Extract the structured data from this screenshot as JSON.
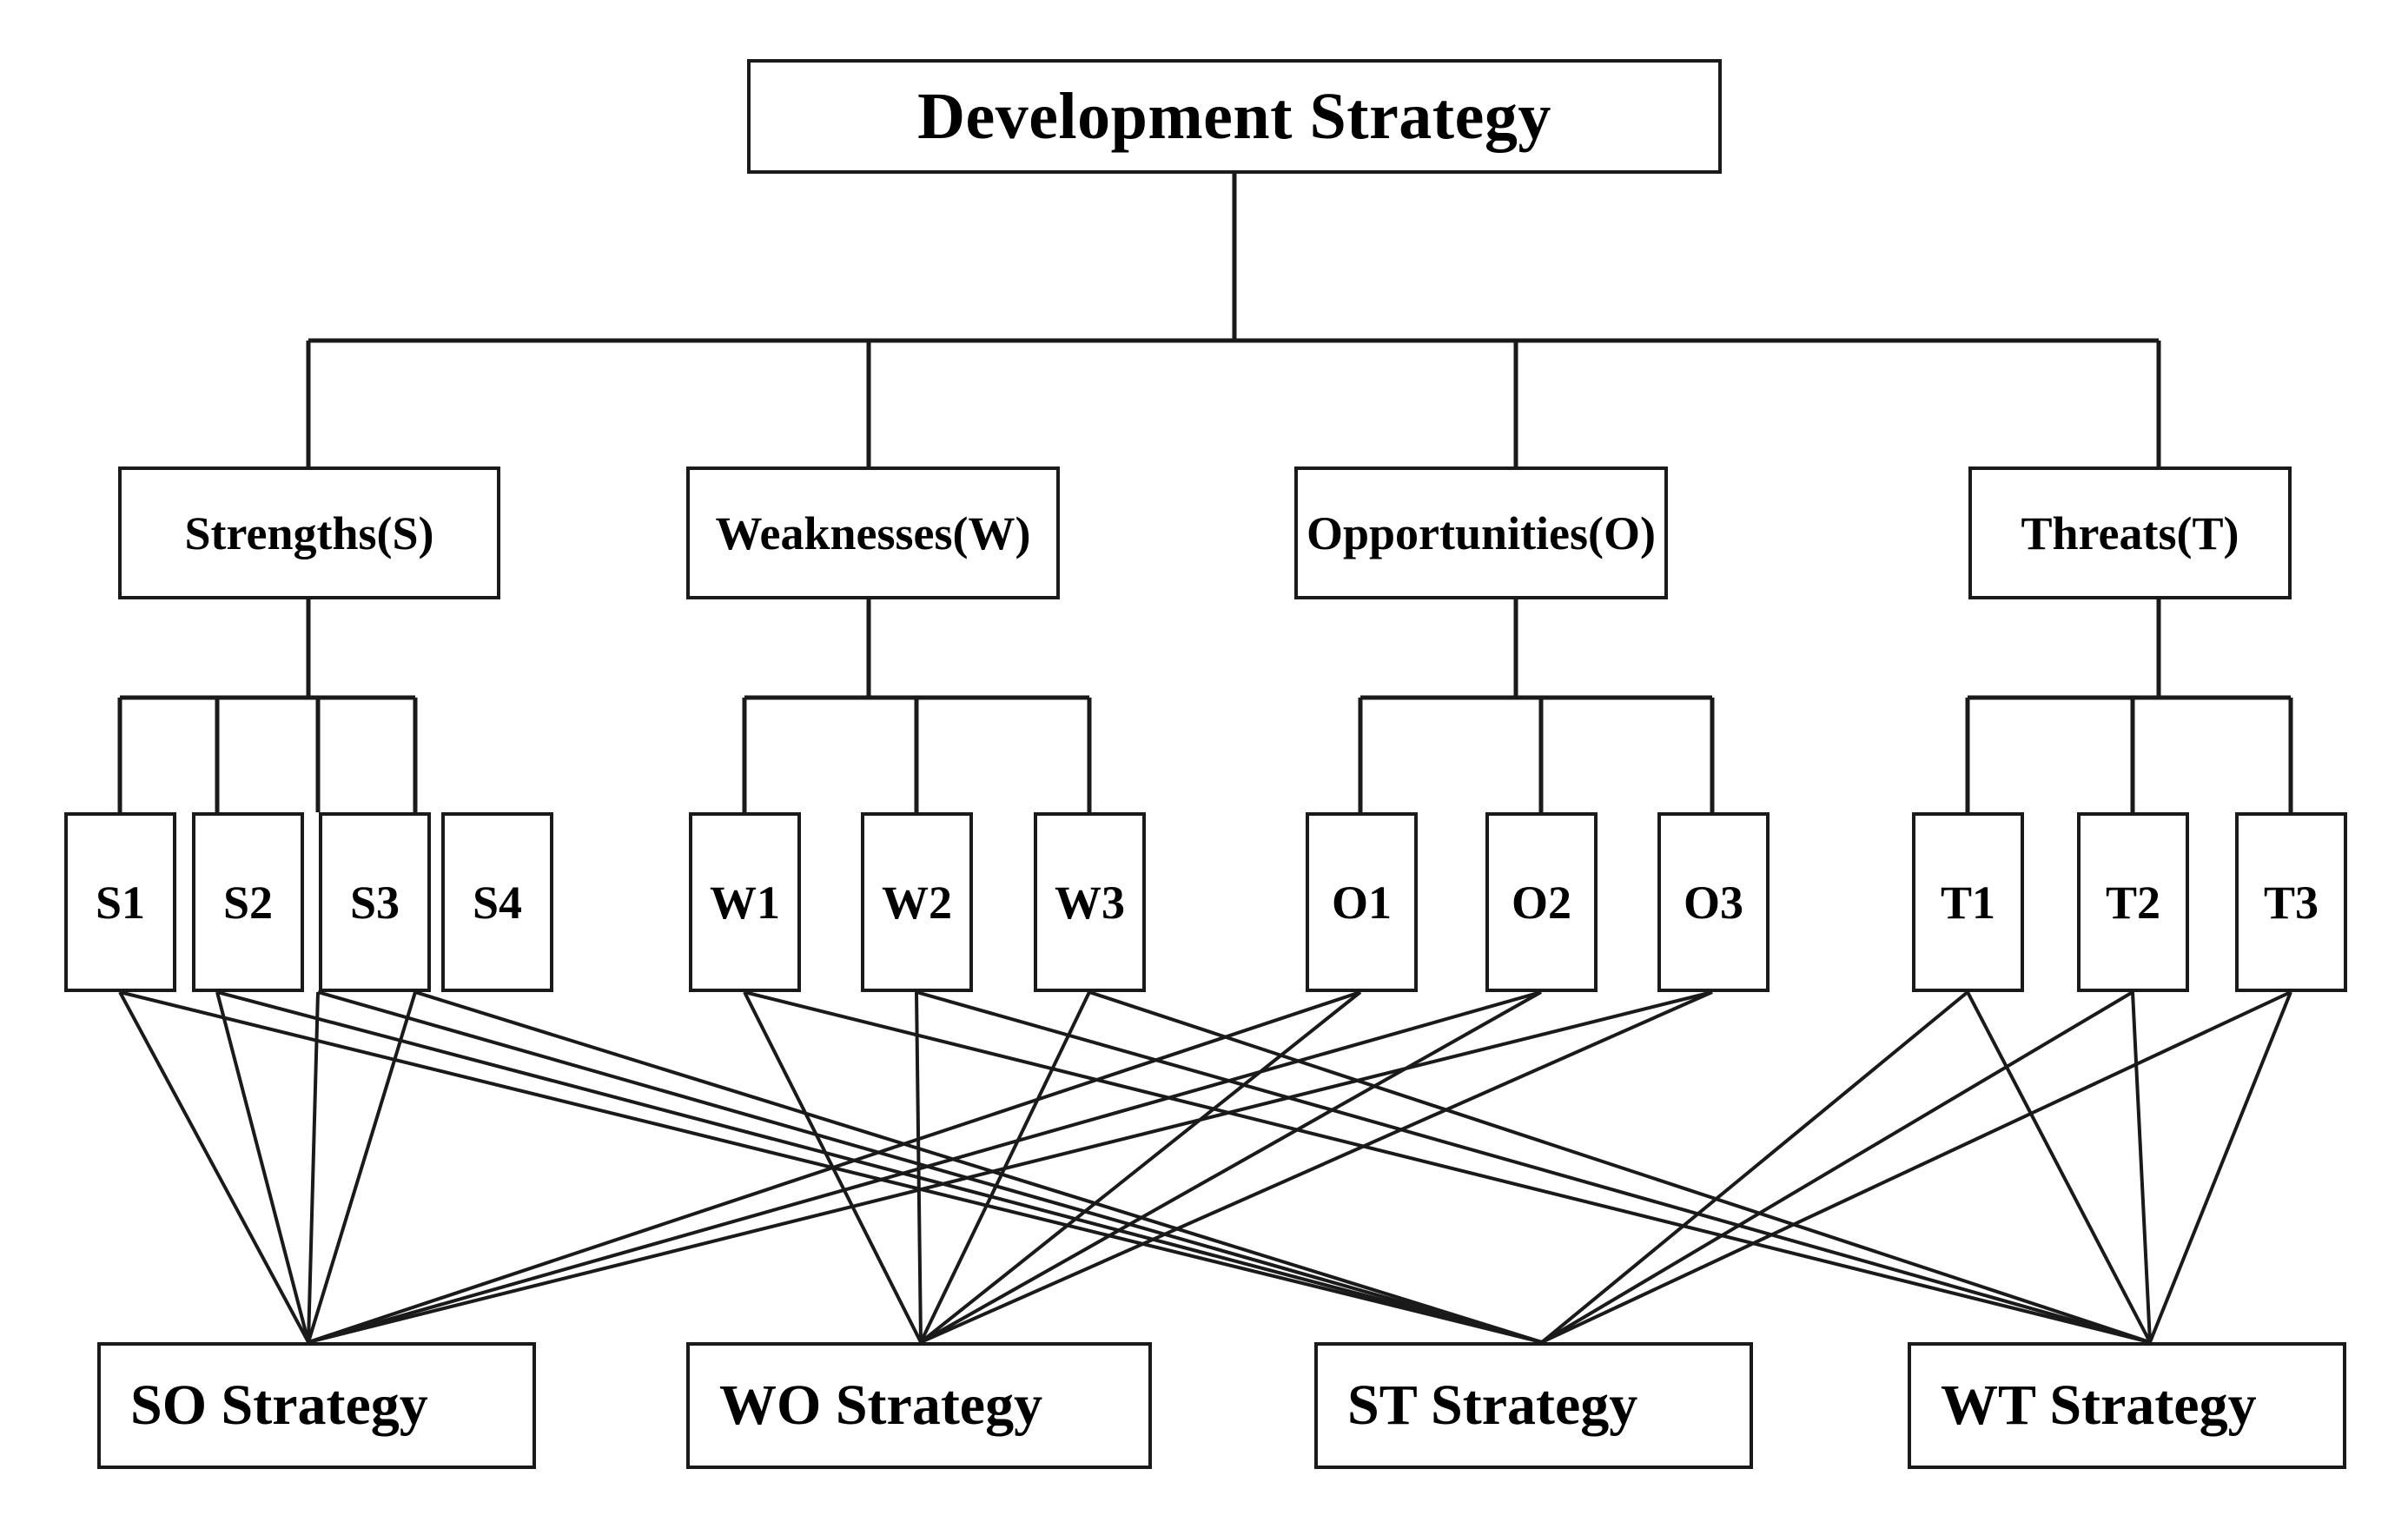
{
  "diagram": {
    "type": "swot-strategy-tree",
    "root": {
      "label": "Development Strategy"
    },
    "categories": [
      {
        "key": "S",
        "label": "Strengths(S)"
      },
      {
        "key": "W",
        "label": "Weaknesses(W)"
      },
      {
        "key": "O",
        "label": "Opportunities(O)"
      },
      {
        "key": "T",
        "label": "Threats(T)"
      }
    ],
    "factors": {
      "strengths": [
        {
          "label": "S1"
        },
        {
          "label": "S2"
        },
        {
          "label": "S3"
        },
        {
          "label": "S4"
        }
      ],
      "weaknesses": [
        {
          "label": "W1"
        },
        {
          "label": "W2"
        },
        {
          "label": "W3"
        }
      ],
      "opportunities": [
        {
          "label": "O1"
        },
        {
          "label": "O2"
        },
        {
          "label": "O3"
        }
      ],
      "threats": [
        {
          "label": "T1"
        },
        {
          "label": "T2"
        },
        {
          "label": "T3"
        }
      ]
    },
    "strategies": [
      {
        "key": "SO",
        "label": "SO Strategy",
        "sources": [
          "S1",
          "S2",
          "S3",
          "S4",
          "O1",
          "O2",
          "O3"
        ]
      },
      {
        "key": "WO",
        "label": "WO Strategy",
        "sources": [
          "W1",
          "W2",
          "W3",
          "O1",
          "O2",
          "O3"
        ]
      },
      {
        "key": "ST",
        "label": "ST Strategy",
        "sources": [
          "S1",
          "S2",
          "S3",
          "S4",
          "T1",
          "T2",
          "T3"
        ]
      },
      {
        "key": "WT",
        "label": "WT Strategy",
        "sources": [
          "W1",
          "W2",
          "W3",
          "T1",
          "T2",
          "T3"
        ]
      }
    ],
    "colors": {
      "line": "#1a1a1a",
      "box_fill": "#ffffff",
      "text": "#000000",
      "background": "#ffffff"
    }
  }
}
